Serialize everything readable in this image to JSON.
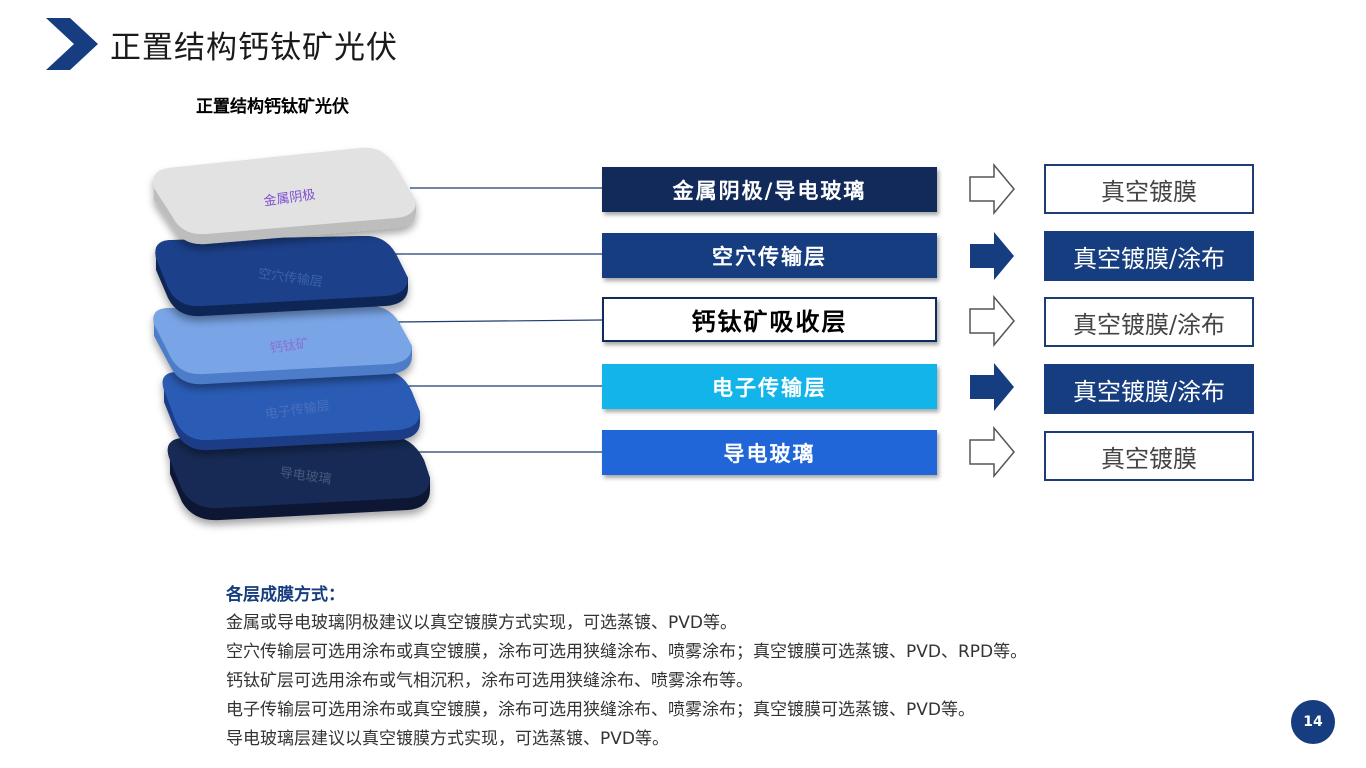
{
  "header": {
    "title": "正置结构钙钛矿光伏",
    "subtitle": "正置结构钙钛矿光伏"
  },
  "stack": {
    "layers": [
      {
        "text": "金属阴极",
        "top_color": "#e2e2e2",
        "side_color": "#bdbdbd",
        "text_color": "#7d4fd0"
      },
      {
        "text": "空穴传输层",
        "top_color": "#1a3f8a",
        "side_color": "#0e2557",
        "text_color": "#3e63a8"
      },
      {
        "text": "钙钛矿",
        "top_color": "#79a4e6",
        "side_color": "#4e7dc8",
        "text_color": "#8a70d2"
      },
      {
        "text": "电子传输层",
        "top_color": "#2b5bb5",
        "side_color": "#1a3d85",
        "text_color": "#4a70bf"
      },
      {
        "text": "导电玻璃",
        "top_color": "#142b55",
        "side_color": "#0a1833",
        "text_color": "#46597c"
      }
    ]
  },
  "layer_labels": [
    "金属阴极/导电玻璃",
    "空穴传输层",
    "钙钛矿吸收层",
    "电子传输层",
    "导电玻璃"
  ],
  "arrows": [
    "outline-arrow-icon",
    "filled-arrow-icon",
    "outline-arrow-icon",
    "filled-arrow-icon",
    "outline-arrow-icon"
  ],
  "methods": [
    "真空镀膜",
    "真空镀膜/涂布",
    "真空镀膜/涂布",
    "真空镀膜/涂布",
    "真空镀膜"
  ],
  "notes": {
    "title": "各层成膜方式：",
    "lines": [
      "金属或导电玻璃阴极建议以真空镀膜方式实现，可选蒸镀、PVD等。",
      "空穴传输层可选用涂布或真空镀膜，涂布可选用狭缝涂布、喷雾涂布；真空镀膜可选蒸镀、PVD、RPD等。",
      "钙钛矿层可选用涂布或气相沉积，涂布可选用狭缝涂布、喷雾涂布等。",
      "电子传输层可选用涂布或真空镀膜，涂布可选用狭缝涂布、喷雾涂布；真空镀膜可选蒸镀、PVD等。",
      "导电玻璃层建议以真空镀膜方式实现，可选蒸镀、PVD等。"
    ]
  },
  "page_number": "14",
  "colors": {
    "navy": "#112a5a",
    "blue": "#163d7f",
    "cyan": "#12b4ea",
    "royal": "#2166d9"
  }
}
